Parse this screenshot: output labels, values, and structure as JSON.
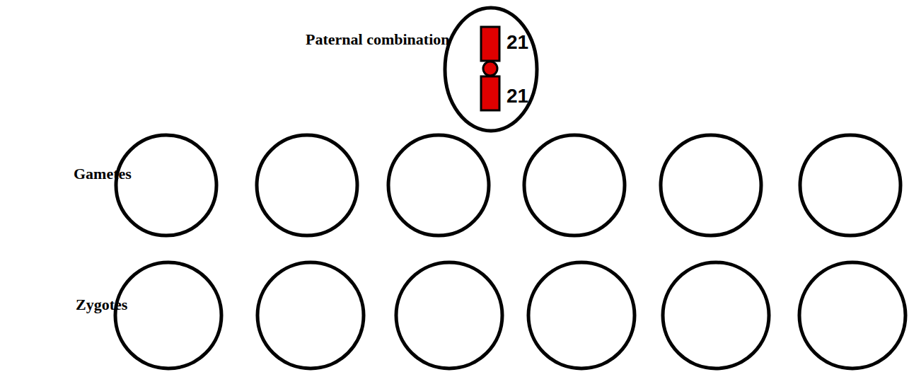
{
  "diagram": {
    "nodes": [
      {
        "text": [
          "21",
          "21"
        ]
      }
    ],
    "labels": [
      "Paternal combination",
      "Gametes",
      "Zygotes"
    ]
  }
}
